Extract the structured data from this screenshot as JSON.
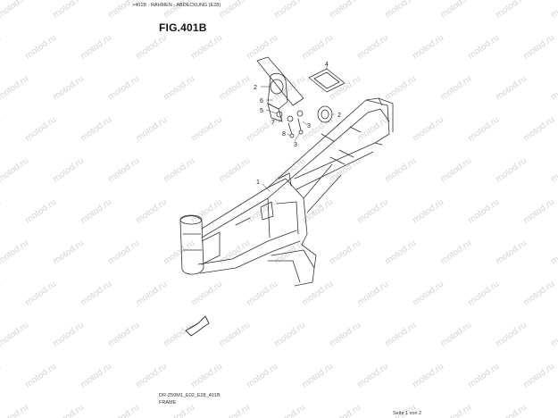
{
  "header": {
    "title": ">401B - RAHMEN - ABDECKUNG (E28)"
  },
  "figure": {
    "label": "FIG.401B"
  },
  "callouts": {
    "c1": "1",
    "c2a": "2",
    "c2b": "2",
    "c3a": "3",
    "c3b": "3",
    "c4": "4",
    "c5": "5",
    "c6": "6",
    "c7": "7",
    "c8": "8"
  },
  "footer": {
    "code": "DR-Z50M1_E02_E28_401B",
    "caption": "FRAME",
    "page": "Seite 1 von 2"
  },
  "watermark": {
    "text": "motod.ru",
    "color": "#d3d3d3"
  },
  "colors": {
    "linework": "#333333"
  }
}
